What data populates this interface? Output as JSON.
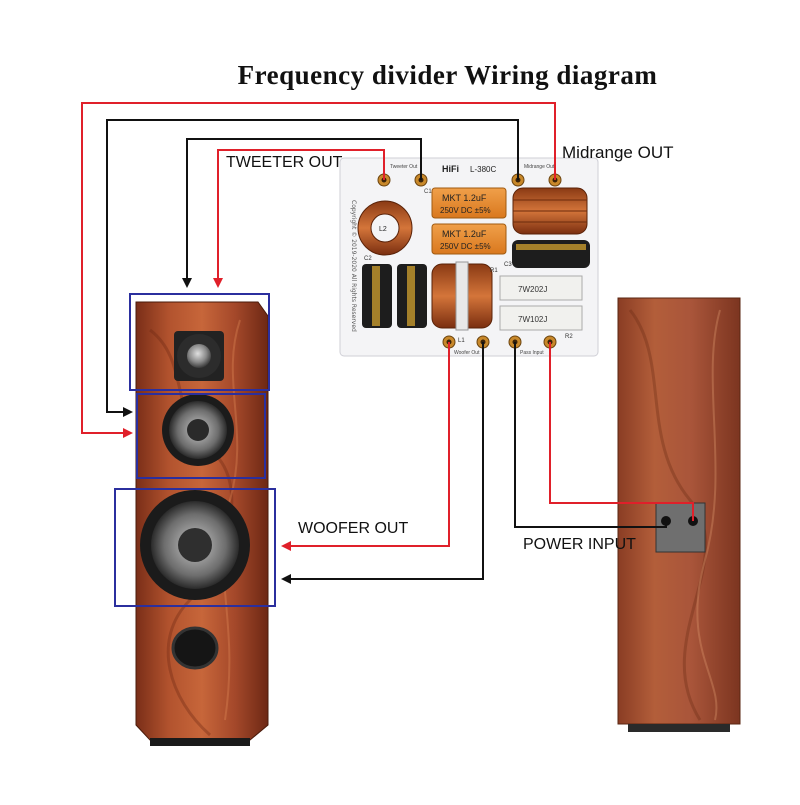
{
  "title": "Frequency divider Wiring diagram",
  "labels": {
    "tweeter_out": "TWEETER OUT",
    "midrange_out": "Midrange OUT",
    "woofer_out": "WOOFER OUT",
    "power_input": "POWER INPUT"
  },
  "board": {
    "model": "L-380C",
    "brand": "HiFi",
    "cap_1": "MKT 1.2uF",
    "cap_1_rating": "250V DC ±5%",
    "cap_2": "MKT 1.2uF",
    "cap_2_rating": "250V DC ±5%",
    "resistor_1": "7W202J",
    "resistor_2": "7W102J",
    "port_tweeter": "Tweeter Out",
    "port_mid": "Midrange Out",
    "port_woofer": "Woofer Out",
    "port_input": "Pass Input",
    "ref_c1": "C1",
    "ref_c2": "C2",
    "ref_c3": "C3",
    "ref_l2": "L2",
    "ref_r1": "R1",
    "ref_r2": "R2",
    "ref_l1": "L1"
  },
  "colors": {
    "wire_red": "#e0202a",
    "wire_black": "#111111",
    "highlight_box": "#2b2f9e",
    "wood": "#a5482a"
  }
}
